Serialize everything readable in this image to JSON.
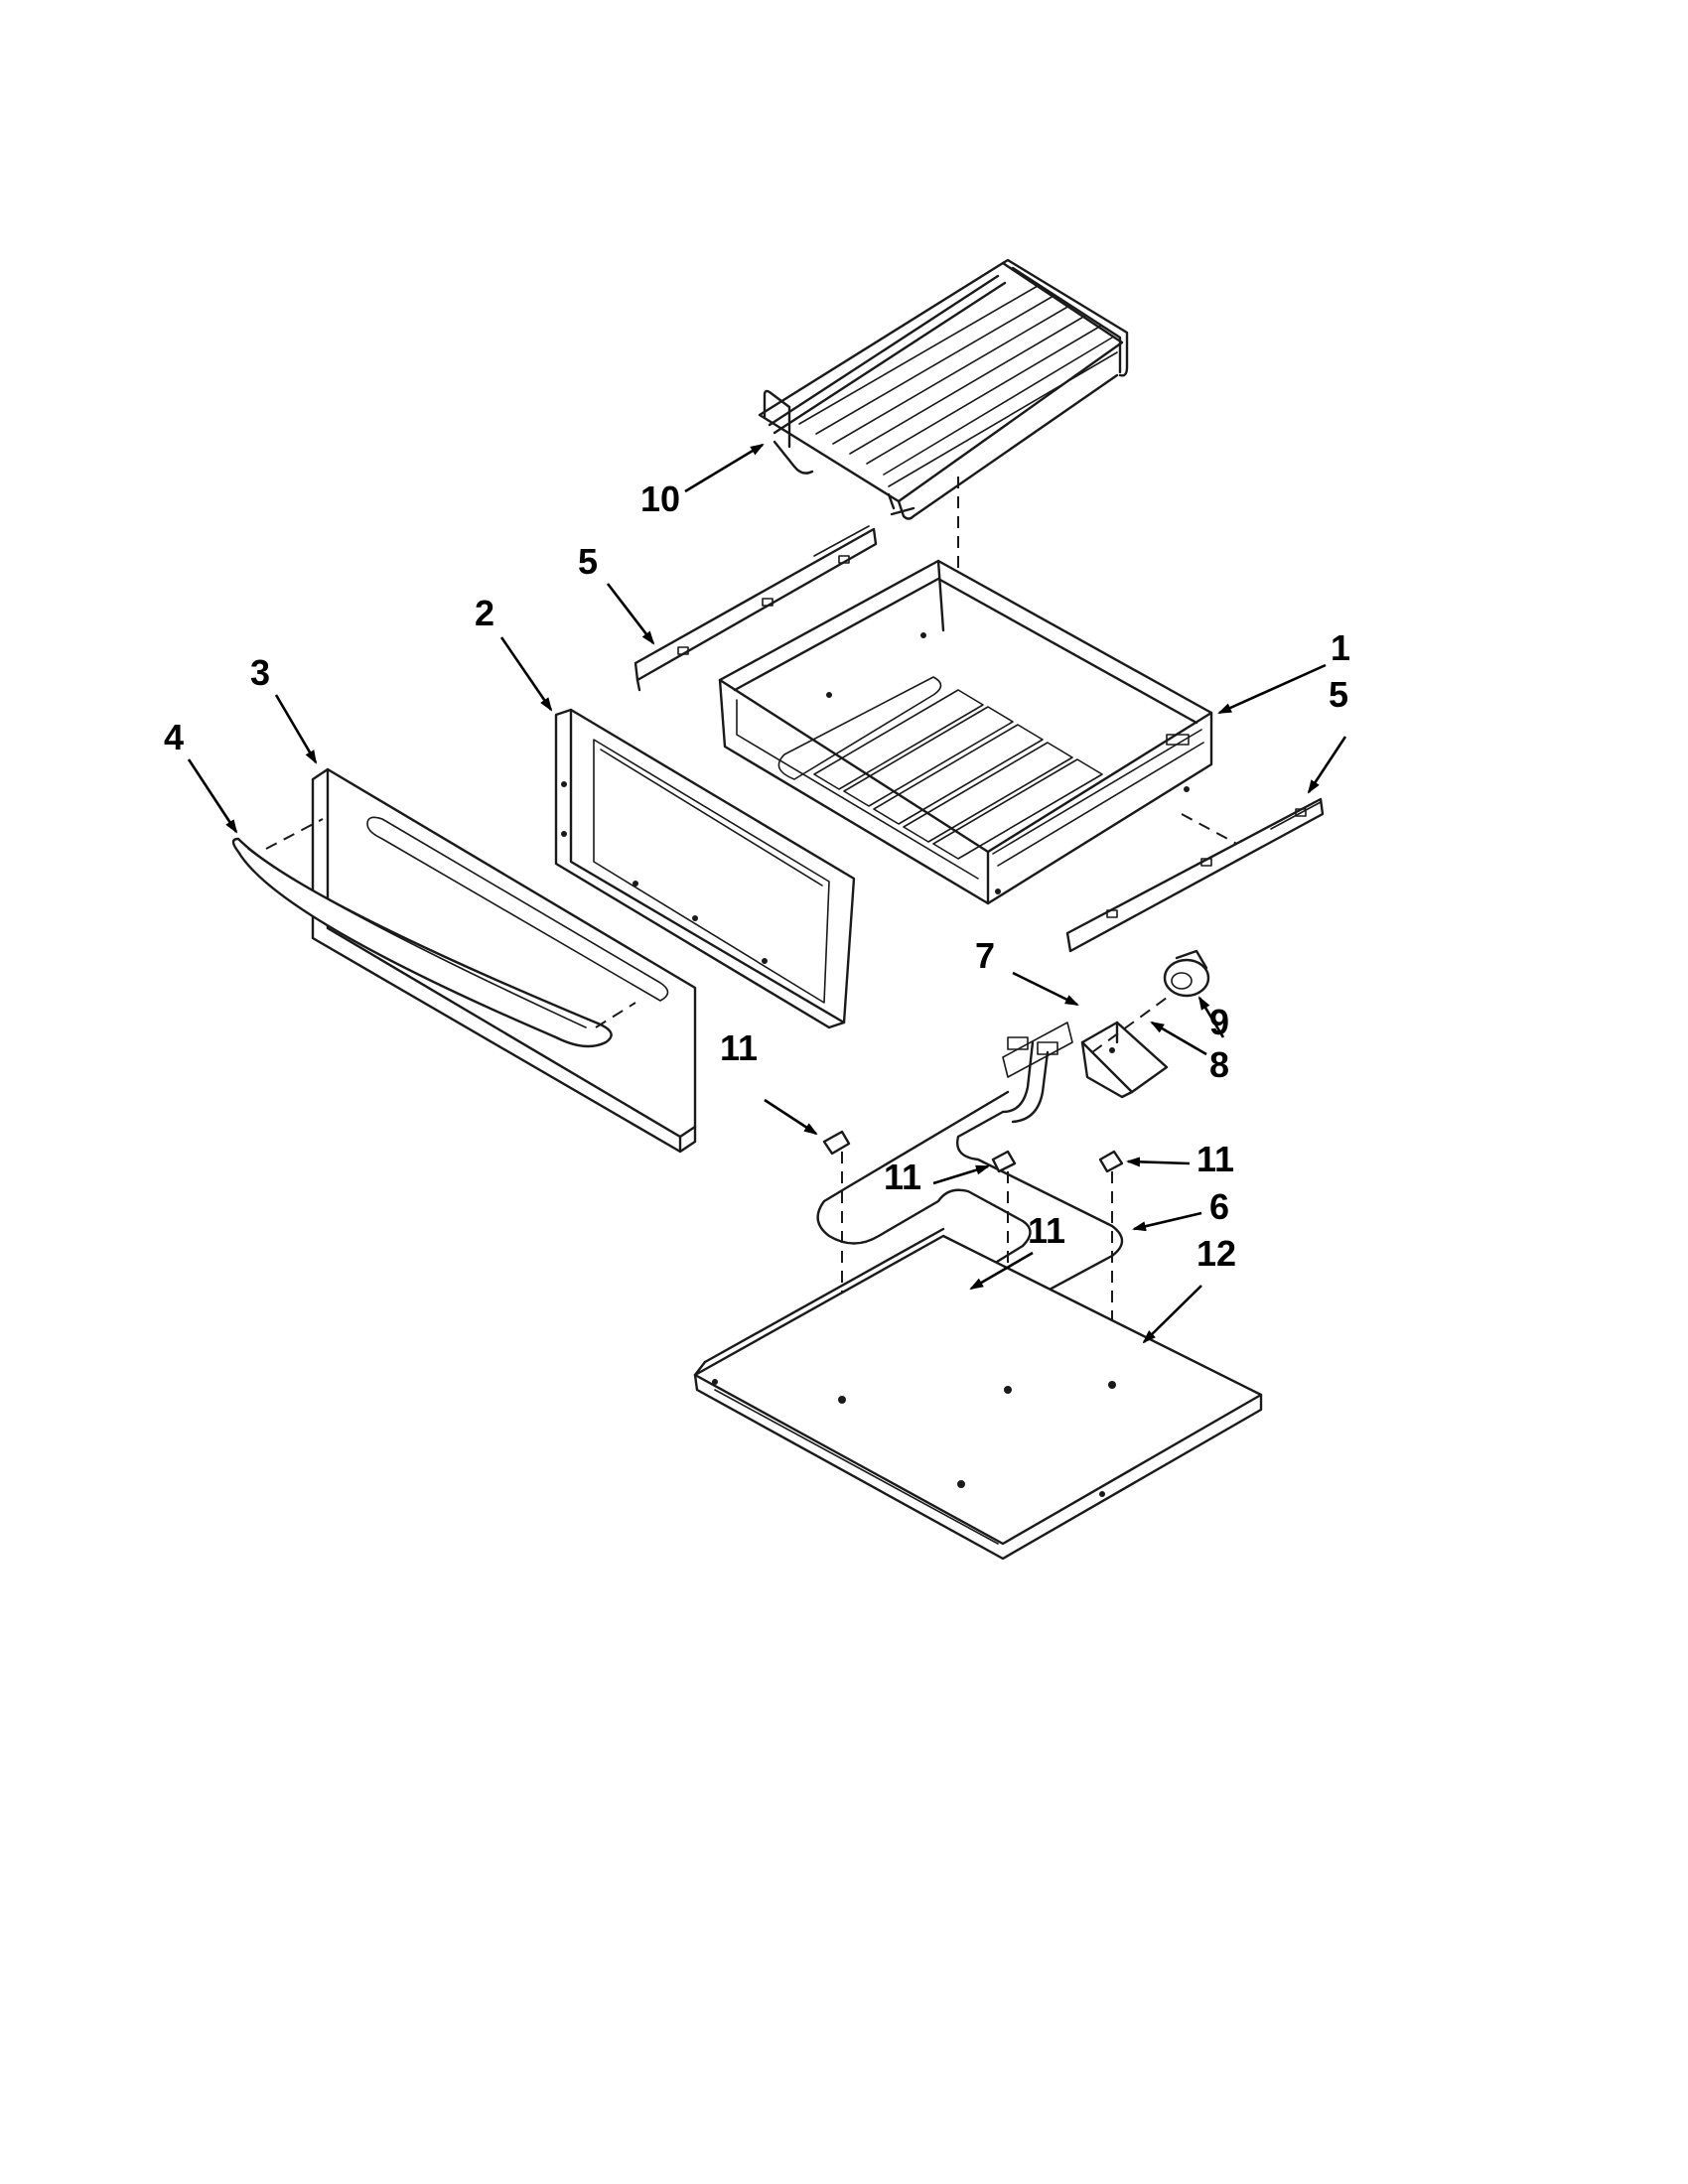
{
  "diagram": {
    "callouts": [
      {
        "id": "1",
        "label": "1"
      },
      {
        "id": "2",
        "label": "2"
      },
      {
        "id": "3",
        "label": "3"
      },
      {
        "id": "4",
        "label": "4"
      },
      {
        "id": "5a",
        "label": "5"
      },
      {
        "id": "5b",
        "label": "5"
      },
      {
        "id": "6",
        "label": "6"
      },
      {
        "id": "7",
        "label": "7"
      },
      {
        "id": "8",
        "label": "8"
      },
      {
        "id": "9",
        "label": "9"
      },
      {
        "id": "10",
        "label": "10"
      },
      {
        "id": "11a",
        "label": "11"
      },
      {
        "id": "11b",
        "label": "11"
      },
      {
        "id": "11c",
        "label": "11"
      },
      {
        "id": "11d",
        "label": "11"
      },
      {
        "id": "12",
        "label": "12"
      }
    ]
  }
}
